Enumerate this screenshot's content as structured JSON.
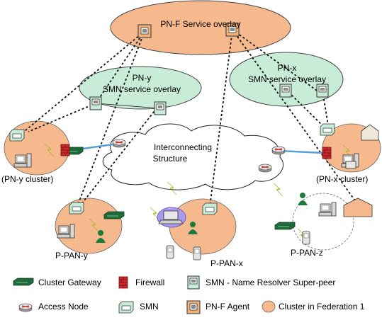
{
  "overlays": {
    "pnf": "PN-F Service overlay",
    "pny_line1": "PN-y",
    "pny_line2": "SMN service overlay",
    "pnx_line1": "PN-x",
    "pnx_line2": "SMN service overlay"
  },
  "interconnect": {
    "line1": "Interconnecting",
    "line2": "Structure"
  },
  "clusters": {
    "pny_cluster": "(PN-y cluster)",
    "pnx_cluster": "(PN-x cluster)",
    "ppan_y": "P-PAN-y",
    "ppan_x": "P-PAN-x",
    "ppan_z": "P-PAN-z"
  },
  "legend": {
    "cluster_gateway": "Cluster Gateway",
    "firewall": "Firewall",
    "smn_superpeer": "SMN - Name Resolver Super-peer",
    "access_node": "Access Node",
    "smn": "SMN",
    "pnf_agent": "PN-F Agent",
    "cluster_federation": "Cluster in Federation 1"
  },
  "colors": {
    "cluster_fill": "#f5b98d",
    "overlay_pnf": "#f5b98d",
    "overlay_smn": "#c8ecd8",
    "gateway": "#1e6b3a",
    "firewall": "#cc2a2a",
    "lightning": "#c8e632",
    "link": "#5aa0d8"
  }
}
